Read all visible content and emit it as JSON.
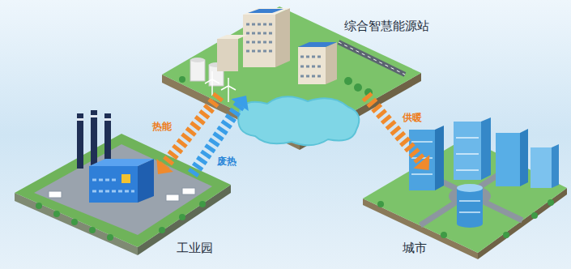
{
  "diagram": {
    "nodes": [
      {
        "text": [
          "综合智慧能源站"
        ]
      },
      {
        "text": [
          "工业园"
        ]
      },
      {
        "text": [
          "城市"
        ]
      }
    ],
    "edges": [
      {
        "from": 0,
        "to": 1,
        "label": "热能",
        "arrow": "to"
      },
      {
        "from": 1,
        "to": 0,
        "label": "废热",
        "arrow": "to"
      },
      {
        "from": 0,
        "to": 2,
        "label": "供暖",
        "arrow": "to"
      }
    ]
  }
}
